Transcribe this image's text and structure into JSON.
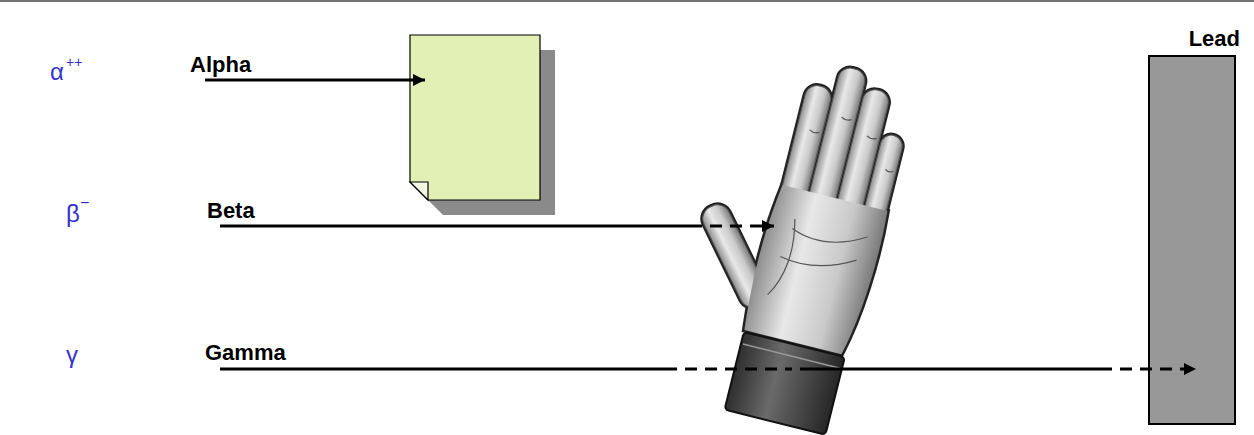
{
  "diagram": {
    "nodes": [
      {
        "text": [
          "Lead"
        ]
      }
    ],
    "labels": [
      "α",
      "++",
      "Alpha",
      "β",
      "−",
      "Beta",
      "γ",
      "Gamma"
    ]
  }
}
